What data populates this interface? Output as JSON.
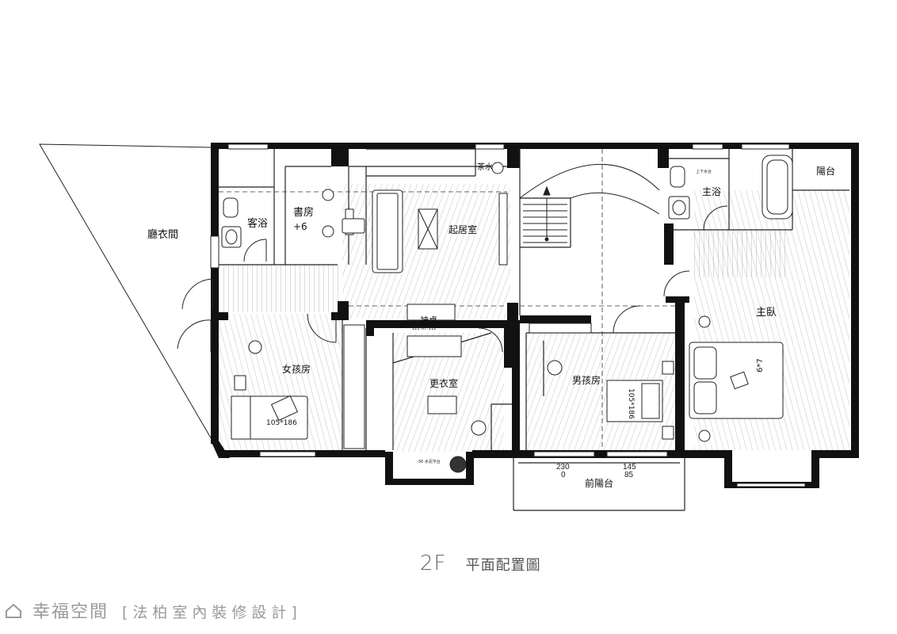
{
  "rooms": {
    "walk_in_closet_outer": "廳衣間",
    "guest_bath": "客浴",
    "study": "書房",
    "study_bed": "+6",
    "living": "起居室",
    "tea": "茶水",
    "master_bath": "主浴",
    "balcony": "陽台",
    "master_bed": "主臥",
    "altar": "神桌",
    "altar_note": "121*67*212",
    "girl_room": "女孩房",
    "dressing": "更衣室",
    "boy_room": "男孩房",
    "front_balcony": "前陽台",
    "planter_note": "-36 水泥平台",
    "sink_note": "上下水台"
  },
  "bed_sizes": {
    "girl": "105*186",
    "boy": "105*186",
    "master": "6*7"
  },
  "dimensions": {
    "left_top": "230",
    "left_bottom": "0",
    "right_top": "145",
    "right_bottom": "85"
  },
  "caption": {
    "level": "2F",
    "title": "平面配置圖"
  },
  "watermark": {
    "brand": "幸福空間",
    "designer": "[法柏室內裝修設計]"
  }
}
